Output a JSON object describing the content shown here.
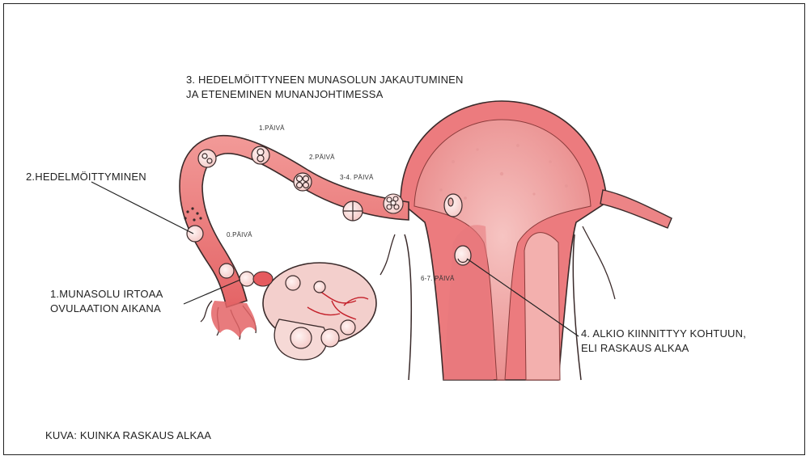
{
  "labels": {
    "step1_line1": "1.MUNASOLU IRTOAA",
    "step1_line2": "OVULAATION AIKANA",
    "step2": "2.HEDELMÖITTYMINEN",
    "step3_line1": "3. HEDELMÖITTYNEEN  MUNASOLUN JAKAUTUMINEN",
    "step3_line2": "JA ETENEMINEN MUNANJOHTIMESSA",
    "step4_line1": "4. ALKIO KIINNITTYY KOHTUUN,",
    "step4_line2": "ELI RASKAUS ALKAA"
  },
  "days": {
    "d0": "0.PÄIVÄ",
    "d1": "1.PÄIVÄ",
    "d2": "2.PÄIVÄ",
    "d34": "3-4. PÄIVÄ",
    "d67": "6-7. PÄIVÄ"
  },
  "caption": "KUVA: KUINKA RASKAUS ALKAA",
  "colors": {
    "tissue": "#f08a8a",
    "tissue_dark": "#e2575c",
    "tissue_light": "#f7c2c0",
    "uterus_inner": "#f4b8b6",
    "cell": "#fbe3e1",
    "outline": "#3a2a2a"
  }
}
